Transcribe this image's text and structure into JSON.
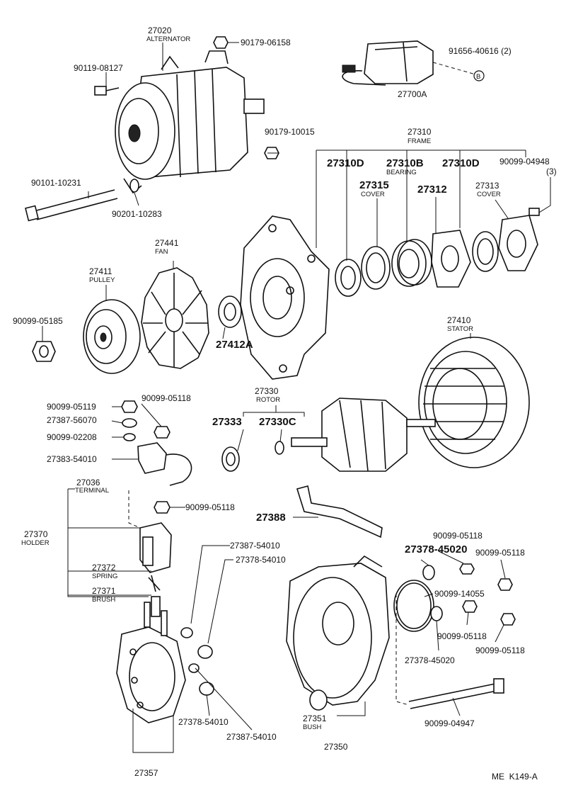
{
  "labels": {
    "p27020": "27020",
    "t_alternator": "ALTERNATOR",
    "p90179_06158": "90179-06158",
    "p90119_08127": "90119-08127",
    "p91656_40616": "91656-40616 (2)",
    "p27700A": "27700A",
    "callout_b": "B",
    "p90179_10015": "90179-10015",
    "p27310": "27310",
    "t_frame": "FRAME",
    "p27310D_a": "27310D",
    "p27310B": "27310B",
    "t_bearing": "BEARING",
    "p27310D_b": "27310D",
    "p90099_04948": "90099-04948",
    "q_3": "(3)",
    "p90101_10231": "90101-10231",
    "p27315": "27315",
    "t_cover_a": "COVER",
    "p27312": "27312",
    "p27313": "27313",
    "t_cover_b": "COVER",
    "p90201_10283": "90201-10283",
    "p27441": "27441",
    "t_fan": "FAN",
    "p27411": "27411",
    "t_pulley": "PULLEY",
    "p90099_05185": "90099-05185",
    "p27412A": "27412A",
    "p27410": "27410",
    "t_stator": "STATOR",
    "p90099_05119": "90099-05119",
    "p90099_05118_a": "90099-05118",
    "p27387_56070": "27387-56070",
    "p27330": "27330",
    "t_rotor": "ROTOR",
    "p27333": "27333",
    "p27330C": "27330C",
    "p90099_02208": "90099-02208",
    "p27383_54010": "27383-54010",
    "p27036": "27036",
    "t_terminal": "TERMINAL",
    "p90099_05118_b": "90099-05118",
    "p27388": "27388",
    "p27370": "27370",
    "t_holder": "HOLDER",
    "p27387_54010_a": "27387-54010",
    "p27378_54010_a": "27378-54010",
    "p90099_05118_c": "90099-05118",
    "p27378_45020_a": "27378-45020",
    "p90099_05118_d": "90099-05118",
    "p27372": "27372",
    "t_spring": "SPRING",
    "p90099_14055": "90099-14055",
    "p27371": "27371",
    "t_brush": "BRUSH",
    "p90099_05118_e": "90099-05118",
    "p27378_45020_b": "27378-45020",
    "p90099_05118_f": "90099-05118",
    "p90099_04947": "90099-04947",
    "p27378_54010_b": "27378-54010",
    "p27351": "27351",
    "t_bush": "BUSH",
    "p27387_54010_b": "27387-54010",
    "p27350": "27350",
    "p27357": "27357",
    "footer": "ME  K149-A"
  }
}
